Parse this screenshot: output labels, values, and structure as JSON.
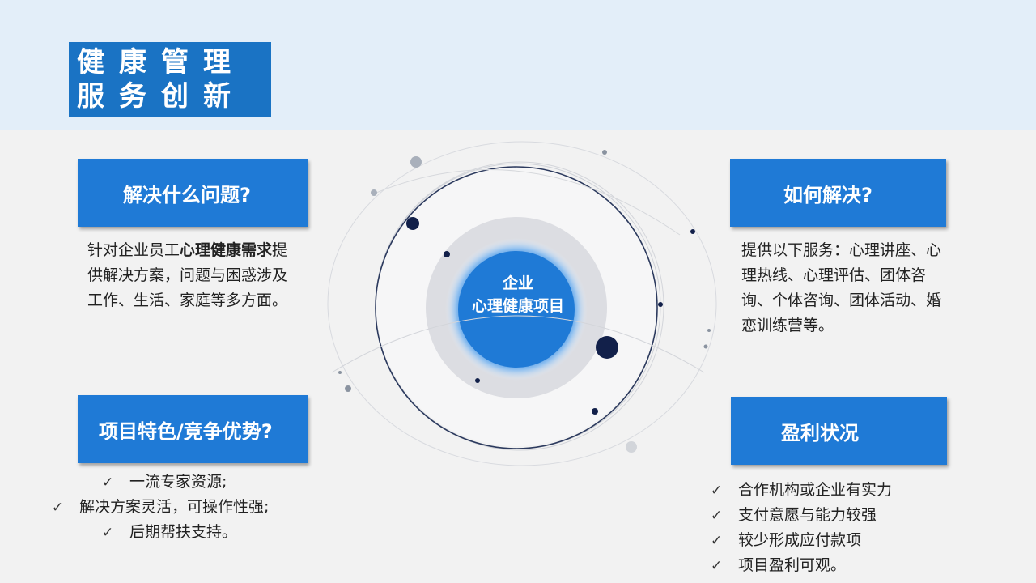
{
  "title": {
    "line1": "健康管理",
    "line2": "服务创新"
  },
  "center": {
    "line1": "企业",
    "line2": "心理健康项目"
  },
  "sections": {
    "problem": {
      "header": "解决什么问题?",
      "text_pre": "针对企业员工",
      "text_bold": "心理健康需求",
      "text_post": "提供解决方案，问题与困惑涉及工作、生活、家庭等多方面。"
    },
    "solution": {
      "header": "如何解决?",
      "text": "提供以下服务：心理讲座、心理热线、心理评估、团体咨询、个体咨询、团体活动、婚恋训练营等。"
    },
    "features": {
      "header": "项目特色/竞争优势?",
      "items": [
        "一流专家资源;",
        "解决方案灵活，可操作性强;",
        "后期帮扶支持。"
      ]
    },
    "profit": {
      "header": "盈利状况",
      "items": [
        "合作机构或企业有实力",
        "支付意愿与能力较强",
        "较少形成应付款项",
        "项目盈利可观。"
      ]
    }
  },
  "colors": {
    "accent": "#1f7ad6",
    "title_bg": "#1a73c4",
    "top_band": "#e3eef9",
    "background": "#f2f2f2"
  },
  "icons": {
    "check": "check-icon"
  }
}
